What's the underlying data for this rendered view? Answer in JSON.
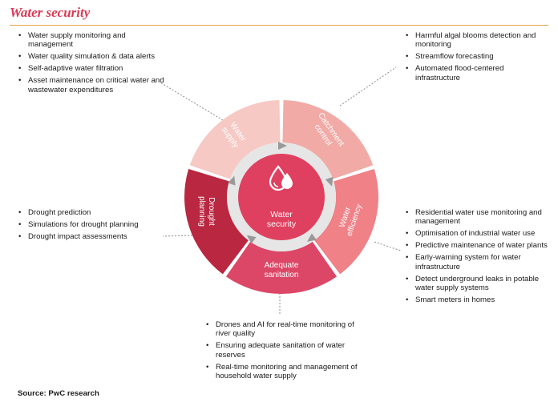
{
  "title": "Water security",
  "center": {
    "line1": "Water",
    "line2": "security",
    "icon": "water-drops-icon"
  },
  "segments": {
    "water_supply": {
      "line1": "Water",
      "line2": "supply",
      "color": "#f6c9c4"
    },
    "catchment_control": {
      "line1": "Catchment",
      "line2": "control",
      "color": "#f2aaa6"
    },
    "water_efficiency": {
      "line1": "Water",
      "line2": "efficiency",
      "color": "#ef8187"
    },
    "adequate_sanitation": {
      "line1": "Adequate",
      "line2": "sanitation",
      "color": "#dc4767"
    },
    "drought_planning": {
      "line1": "Drought",
      "line2": "planning",
      "color": "#b92741"
    }
  },
  "lists": {
    "water_supply": [
      "Water supply monitoring and management",
      "Water quality simulation & data alerts",
      "Self-adaptive water filtration",
      "Asset maintenance on critical water and wastewater expenditures"
    ],
    "catchment_control": [
      "Harmful algal blooms detection and monitoring",
      "Streamflow forecasting",
      "Automated flood-centered infrastructure"
    ],
    "drought_planning": [
      "Drought prediction",
      "Simulations for drought planning",
      "Drought impact assessments"
    ],
    "water_efficiency": [
      "Residential water use monitoring and management",
      "Optimisation of industrial water use",
      "Predictive maintenance of water plants",
      "Early-warning system for water infrastructure",
      "Detect underground leaks in potable water supply systems",
      "Smart meters in homes"
    ],
    "adequate_sanitation": [
      "Drones and AI for real-time monitoring of river quality",
      "Ensuring adequate sanitation of water reserves",
      "Real-time monitoring and management of household water supply"
    ]
  },
  "source": "Source: PwC research",
  "colors": {
    "accent": "#d93954",
    "rule": "#e8a24a",
    "center": "#e0405f",
    "inner_ring": "#e6e6e6",
    "arrow": "#999999",
    "connector": "#8c8c8c"
  }
}
